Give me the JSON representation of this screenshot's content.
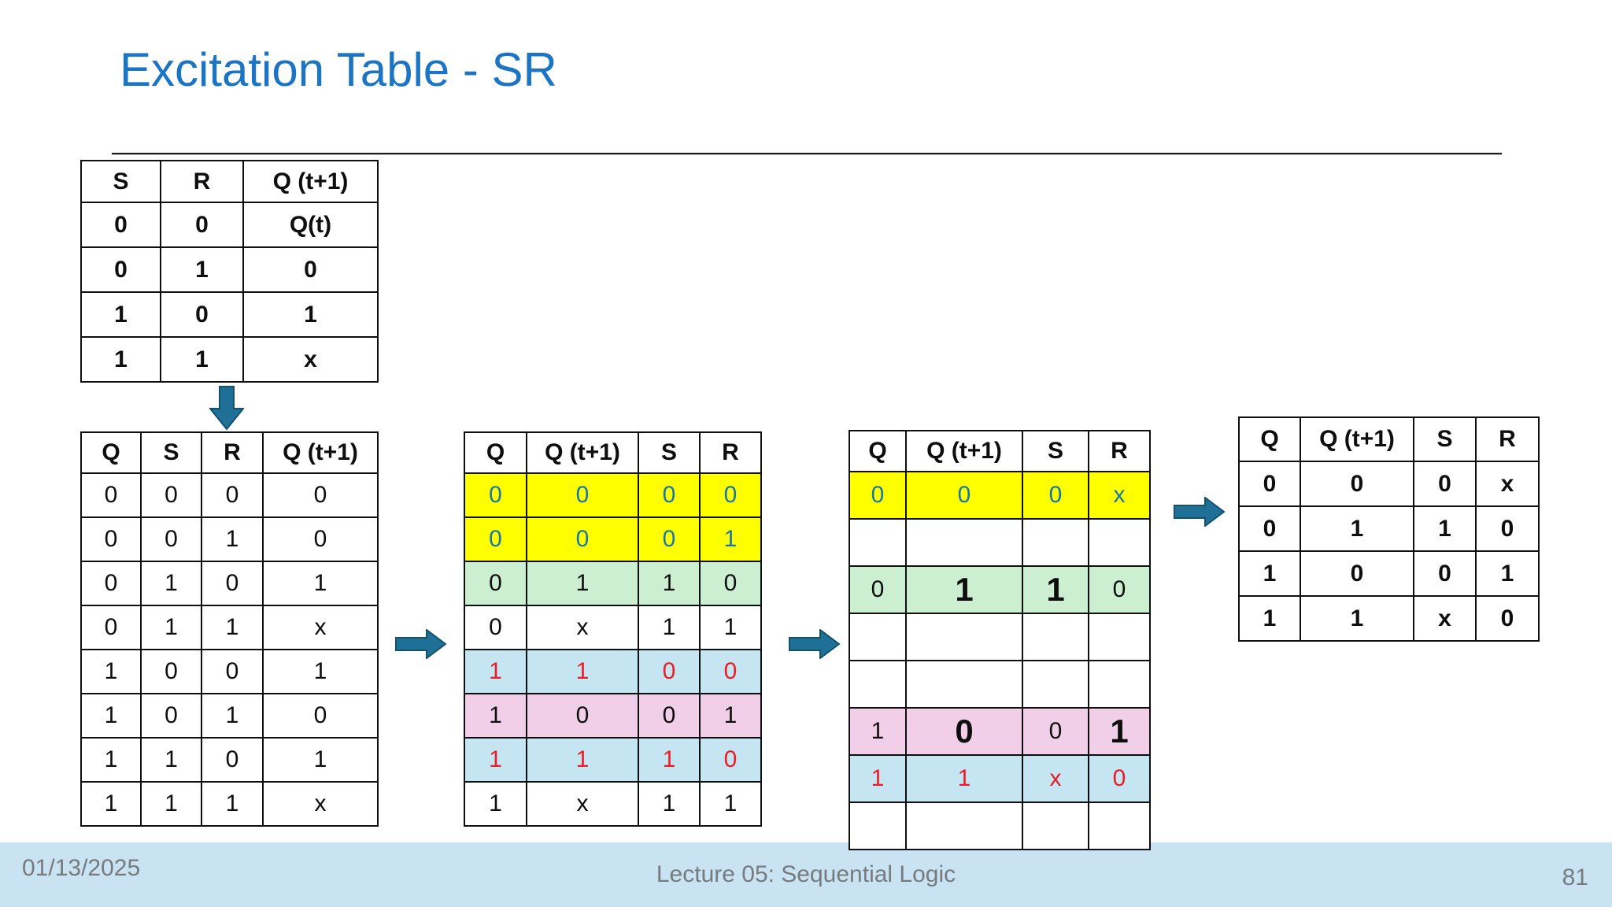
{
  "slide": {
    "title": "Excitation Table - SR"
  },
  "icons": {
    "down_arrow": "arrow-down-icon",
    "right_arrow": "arrow-right-icon"
  },
  "colors": {
    "title": "#1b74c4",
    "arrow_fill": "#1f7096",
    "arrow_stroke": "#14526b",
    "row_yellow": "#ffff00",
    "row_green": "#cbefd0",
    "row_blue": "#c4e5f1",
    "row_pink": "#f2cfe9",
    "text_blue": "#1578a8",
    "text_red": "#ec1c24",
    "footer_bg": "#c9e3f2",
    "footer_text": "#767b80"
  },
  "tables": {
    "truth": {
      "headers": [
        "S",
        "R",
        "Q (t+1)"
      ],
      "rows": [
        [
          "0",
          "0",
          "Q(t)"
        ],
        [
          "0",
          "1",
          "0"
        ],
        [
          "1",
          "0",
          "1"
        ],
        [
          "1",
          "1",
          "x"
        ]
      ]
    },
    "expanded": {
      "headers": [
        "Q",
        "S",
        "R",
        "Q (t+1)"
      ],
      "rows": [
        [
          "0",
          "0",
          "0",
          "0"
        ],
        [
          "0",
          "0",
          "1",
          "0"
        ],
        [
          "0",
          "1",
          "0",
          "1"
        ],
        [
          "0",
          "1",
          "1",
          "x"
        ],
        [
          "1",
          "0",
          "0",
          "1"
        ],
        [
          "1",
          "0",
          "1",
          "0"
        ],
        [
          "1",
          "1",
          "0",
          "1"
        ],
        [
          "1",
          "1",
          "1",
          "x"
        ]
      ]
    },
    "reordered": {
      "headers": [
        "Q",
        "Q (t+1)",
        "S",
        "R"
      ],
      "rows": [
        {
          "cells": [
            "0",
            "0",
            "0",
            "0"
          ],
          "bg": "yellow",
          "fg": "blue"
        },
        {
          "cells": [
            "0",
            "0",
            "0",
            "1"
          ],
          "bg": "yellow",
          "fg": "blue"
        },
        {
          "cells": [
            "0",
            "1",
            "1",
            "0"
          ],
          "bg": "green"
        },
        {
          "cells": [
            "0",
            "x",
            "1",
            "1"
          ]
        },
        {
          "cells": [
            "1",
            "1",
            "0",
            "0"
          ],
          "bg": "blue",
          "fg": "red"
        },
        {
          "cells": [
            "1",
            "0",
            "0",
            "1"
          ],
          "bg": "pink"
        },
        {
          "cells": [
            "1",
            "1",
            "1",
            "0"
          ],
          "bg": "blue",
          "fg": "red"
        },
        {
          "cells": [
            "1",
            "x",
            "1",
            "1"
          ]
        }
      ]
    },
    "merged": {
      "headers": [
        "Q",
        "Q (t+1)",
        "S",
        "R"
      ],
      "rows": [
        {
          "cells": [
            "0",
            "0",
            "0",
            "x"
          ],
          "bg": "yellow",
          "fg": "blue"
        },
        {
          "cells": [
            "",
            "",
            "",
            ""
          ]
        },
        {
          "cells": [
            "0",
            "1",
            "1",
            "0"
          ],
          "bg": "green",
          "big": [
            1,
            2
          ]
        },
        {
          "cells": [
            "",
            "",
            "",
            ""
          ]
        },
        {
          "cells": [
            "",
            "",
            "",
            ""
          ]
        },
        {
          "cells": [
            "1",
            "0",
            "0",
            "1"
          ],
          "bg": "pink",
          "big": [
            1,
            3
          ]
        },
        {
          "cells": [
            "1",
            "1",
            "x",
            "0"
          ],
          "bg": "blue",
          "fg": "red"
        },
        {
          "cells": [
            "",
            "",
            "",
            ""
          ]
        }
      ]
    },
    "excitation": {
      "headers": [
        "Q",
        "Q (t+1)",
        "S",
        "R"
      ],
      "rows": [
        [
          "0",
          "0",
          "0",
          "x"
        ],
        [
          "0",
          "1",
          "1",
          "0"
        ],
        [
          "1",
          "0",
          "0",
          "1"
        ],
        [
          "1",
          "1",
          "x",
          "0"
        ]
      ]
    }
  },
  "footer": {
    "date": "01/13/2025",
    "lecture": "Lecture 05: Sequential Logic",
    "page": "81"
  }
}
